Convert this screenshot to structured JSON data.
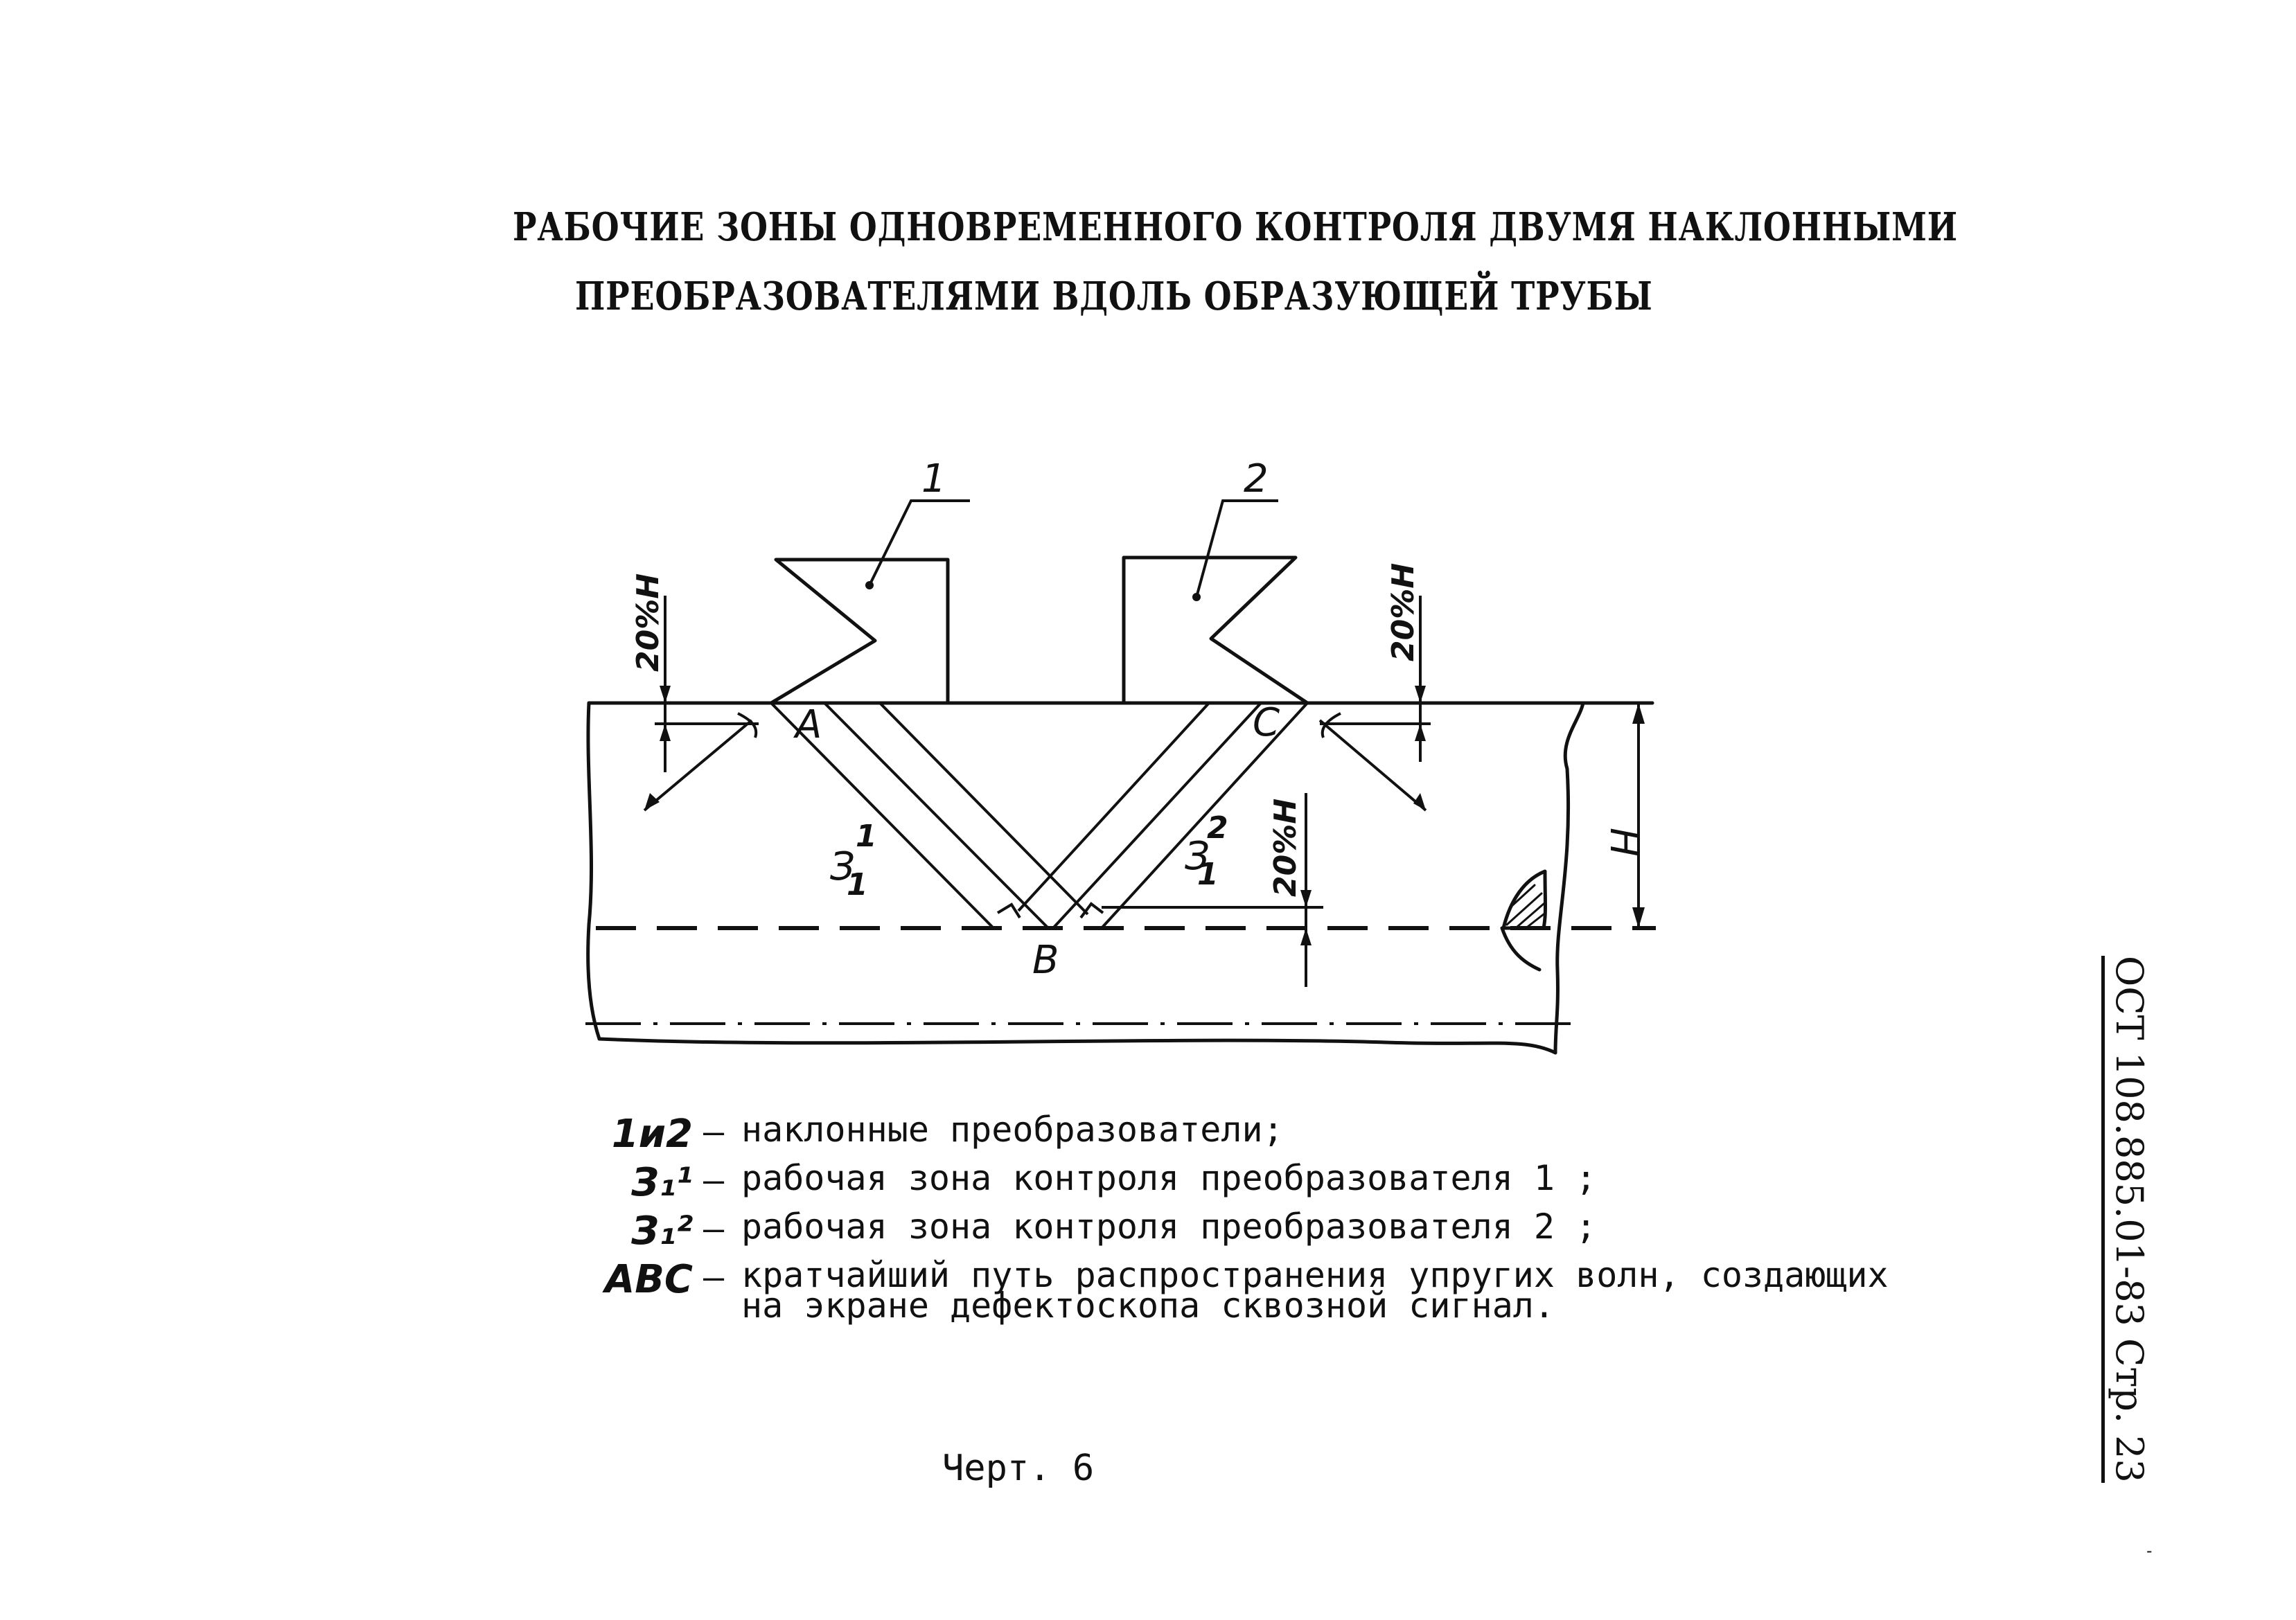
{
  "title": {
    "line1": "РАБОЧИЕ ЗОНЫ ОДНОВРЕМЕННОГО КОНТРОЛЯ ДВУМЯ НАКЛОННЫМИ",
    "line2": "ПРЕОБРАЗОВАТЕЛЯМИ ВДОЛЬ ОБРАЗУЮЩЕЙ ТРУБЫ"
  },
  "diagram": {
    "label_probe1": "1",
    "label_probe2": "2",
    "label_A": "A",
    "label_B": "B",
    "label_C": "C",
    "label_H": "H",
    "label_20H_left": "20%H",
    "label_20H_right": "20%H",
    "label_20H_center": "20%H",
    "zone1_main": "З",
    "zone1_sub": "1",
    "zone1_sup": "1",
    "zone2_main": "З",
    "zone2_sub": "1",
    "zone2_sup": "2"
  },
  "legend": [
    {
      "key": "1и2",
      "dash": "–",
      "text": "наклонные преобразователи;"
    },
    {
      "key": "З₁¹",
      "dash": "–",
      "text": "рабочая зона контроля преобразователя 1 ;"
    },
    {
      "key": "З₁²",
      "dash": "–",
      "text": "рабочая зона контроля преобразователя 2 ;"
    },
    {
      "key": "ABC",
      "dash": "–",
      "text": "кратчайший путь распространения упругих волн, создающих",
      "text2": "на экране дефектоскопа сквозной сигнал."
    }
  ],
  "caption": "Черт. 6",
  "side_label": "ОСТ 108.885.01-83 Стр. 23",
  "stamp": "-"
}
